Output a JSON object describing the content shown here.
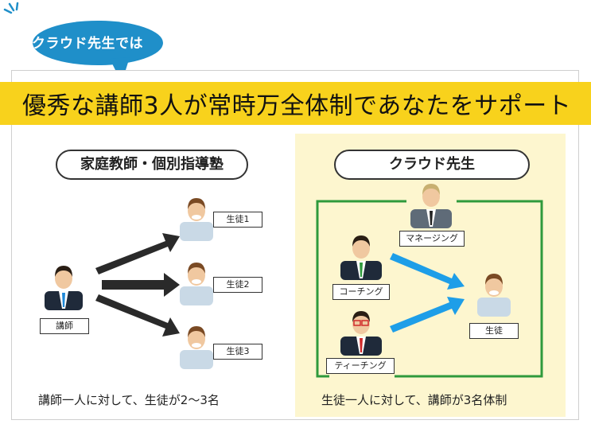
{
  "bubble": {
    "text": "クラウド先生では"
  },
  "header": {
    "title": "優秀な講師3人が常時万全体制であなたをサポート"
  },
  "left": {
    "heading": "家庭教師・個別指導塾",
    "teacher_label": "講師",
    "students": [
      "生徒1",
      "生徒2",
      "生徒3"
    ],
    "caption": "講師一人に対して、生徒が2～3名"
  },
  "right": {
    "heading": "クラウド先生",
    "manager_label": "マネージング",
    "coach_label": "コーチング",
    "teaching_label": "ティーチング",
    "student_label": "生徒",
    "caption": "生徒一人に対して、講師が3名体制"
  },
  "colors": {
    "bubble": "#1f8fc9",
    "band": "#f8d21c",
    "cream": "#fdf6cf",
    "green_frame": "#2f9a3c",
    "blue_arrow": "#1e9ee8",
    "black_arrow": "#2a2a2a"
  }
}
